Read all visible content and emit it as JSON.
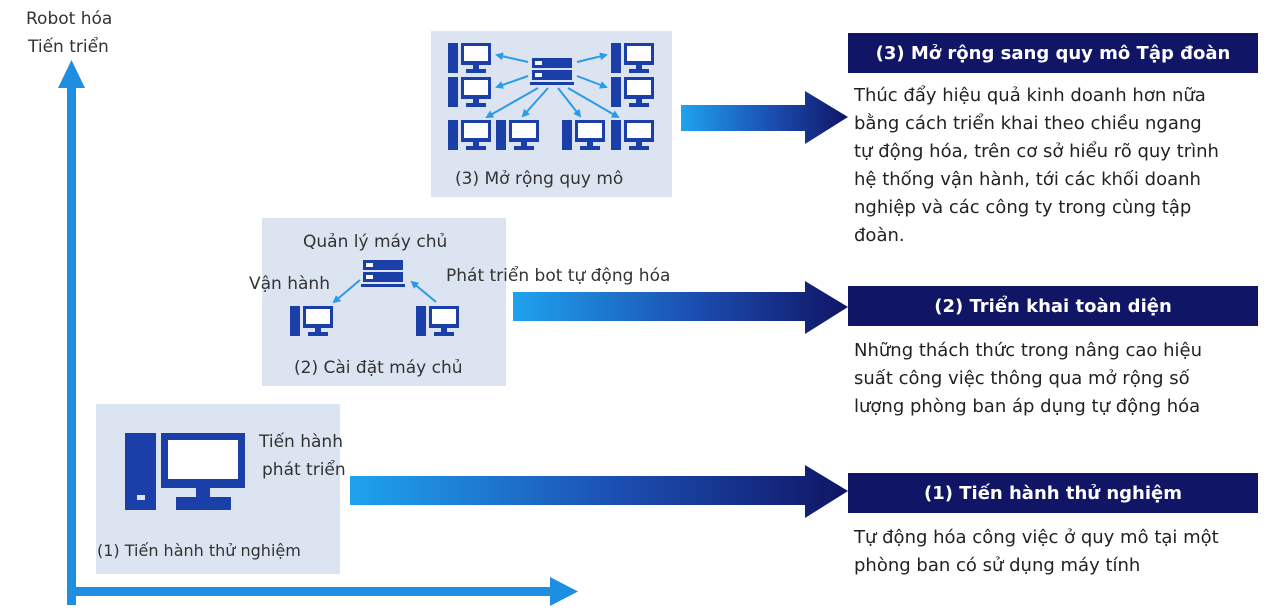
{
  "axis": {
    "y_label_line1": "Robot hóa",
    "y_label_line2": "Tiến triển"
  },
  "stage1": {
    "box_caption": "(1) Tiến hành thử nghiệm",
    "side_line1": "Tiến hành",
    "side_line2": "phát triển",
    "title": "(1) Tiến hành thử nghiệm",
    "desc_line1": "Tự động hóa công việc ở quy mô tại một",
    "desc_line2": "phòng ban có sử dụng máy tính"
  },
  "stage2": {
    "server_label": "Quản lý máy chủ",
    "left_label": "Vận hành",
    "right_label": "Phát triển bot tự động hóa",
    "box_caption": "(2) Cài đặt máy chủ",
    "title": "(2) Triển khai toàn diện",
    "desc_line1": "Những thách thức trong nâng cao hiệu",
    "desc_line2": "suất công việc thông qua mở rộng số",
    "desc_line3": "lượng phòng ban áp dụng tự động hóa"
  },
  "stage3": {
    "box_caption": "(3) Mở rộng quy mô",
    "title": "(3) Mở rộng sang quy mô Tập đoàn",
    "desc_line1": "Thúc đẩy hiệu quả kinh doanh hơn nữa",
    "desc_line2": "bằng cách triển khai theo chiều ngang",
    "desc_line3": "tự động hóa, trên cơ sở hiểu rõ quy trình",
    "desc_line4": "hệ thống vận hành, tới các khối doanh",
    "desc_line5": "nghiệp và các công ty trong cùng tập",
    "desc_line6": "đoàn."
  },
  "colors": {
    "navy": "#101565",
    "box_bg": "#dbe4f0",
    "axis_blue": "#1e8fe0",
    "icon_blue": "#1a3fa8"
  }
}
